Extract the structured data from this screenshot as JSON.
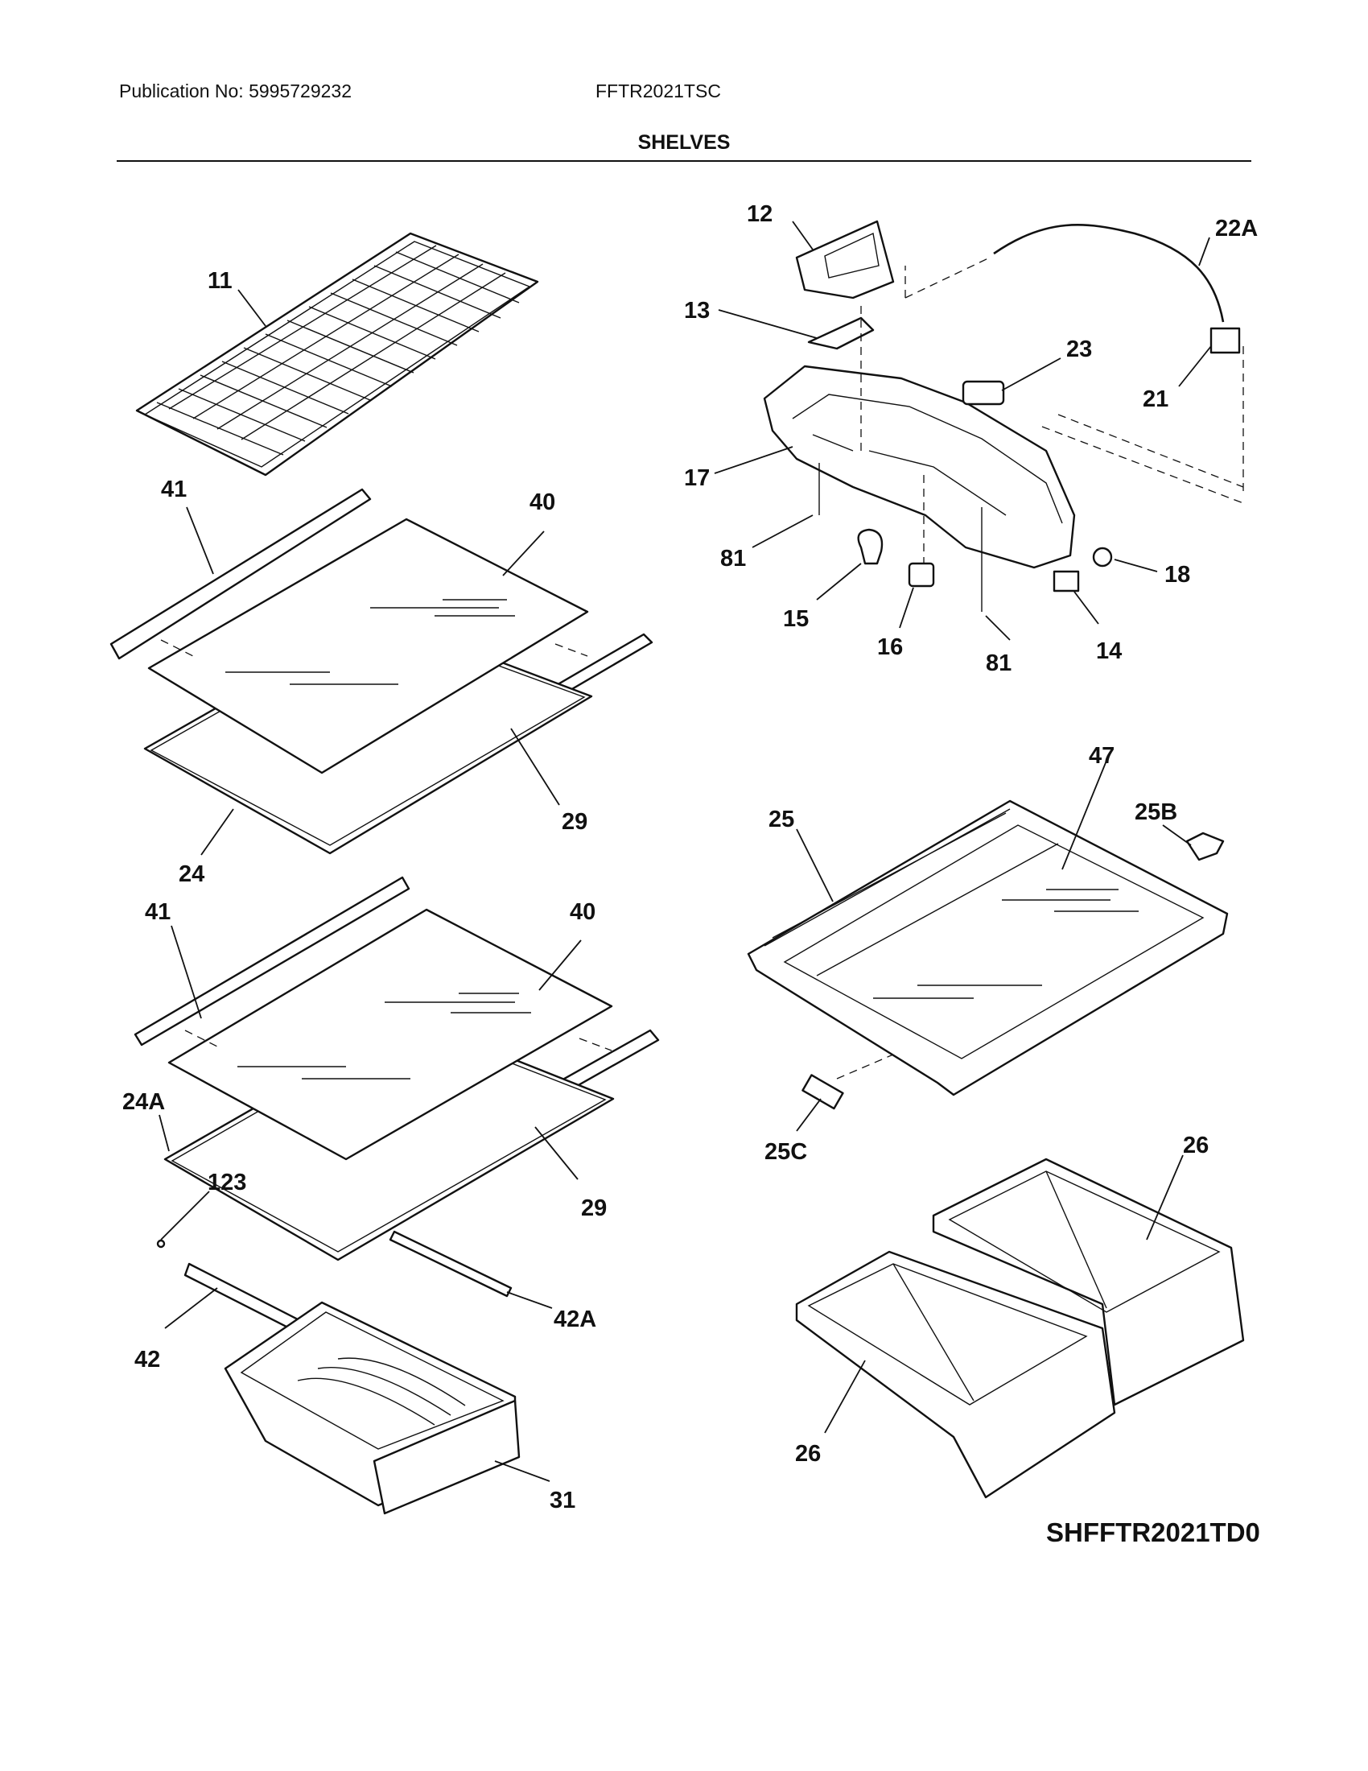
{
  "header": {
    "publication": "Publication No: 5995729232",
    "model": "FFTR2021TSC",
    "title": "SHELVES"
  },
  "diagram": {
    "code": "SHFFTR2021TD0",
    "labels": {
      "p11": "11",
      "p41a": "41",
      "p40a": "40",
      "p29a": "29",
      "p24": "24",
      "p41b": "41",
      "p40b": "40",
      "p24A": "24A",
      "p123": "123",
      "p29b": "29",
      "p42": "42",
      "p42A": "42A",
      "p31": "31",
      "p12": "12",
      "p13": "13",
      "p22A": "22A",
      "p23": "23",
      "p21": "21",
      "p17": "17",
      "p81a": "81",
      "p15": "15",
      "p16": "16",
      "p81b": "81",
      "p14": "14",
      "p18": "18",
      "p47": "47",
      "p25": "25",
      "p25B": "25B",
      "p25C": "25C",
      "p26a": "26",
      "p26b": "26"
    }
  }
}
